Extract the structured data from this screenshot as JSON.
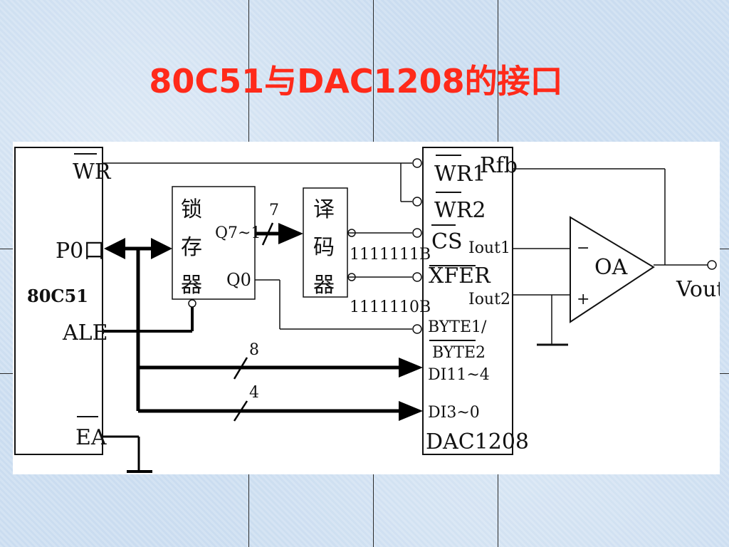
{
  "title": "80C51与DAC1208的接口",
  "mcu": {
    "name": "80C51",
    "pin_wr": "WR",
    "pin_p0": "P0口",
    "pin_ale": "ALE",
    "pin_ea": "EA"
  },
  "latch": {
    "label_lines": [
      "锁",
      "存",
      "器"
    ],
    "out_high": "Q7~1",
    "out_low": "Q0"
  },
  "decoder": {
    "label_lines": [
      "译",
      "码",
      "器"
    ],
    "code1": "1111111B",
    "code2": "1111110B"
  },
  "bus": {
    "width_latch": "7",
    "width_high": "8",
    "width_low": "4"
  },
  "dac": {
    "name": "DAC1208",
    "wr1": "WR1",
    "wr2": "WR2",
    "cs": "CS",
    "xfer": "XFER",
    "byte1": "BYTE1/",
    "byte2": "BYTE2",
    "di_high": "DI11~4",
    "di_low": "DI3~0",
    "rfb": "Rfb",
    "iout1": "Iout1",
    "iout2": "Iout2"
  },
  "opamp": {
    "name": "OA",
    "minus": "−",
    "plus": "+",
    "out": "Vout"
  },
  "colors": {
    "title": "#ff2a1a",
    "background": "#cfe0f2",
    "ink": "#111111"
  }
}
